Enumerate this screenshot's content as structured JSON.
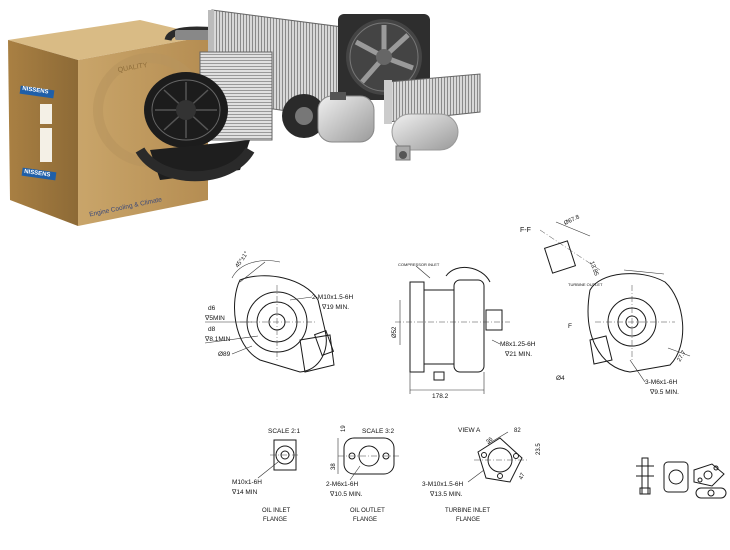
{
  "box": {
    "brand": "NISSENS",
    "brand_side": "NISSENS",
    "slogan": "Engine Cooling & Climate",
    "stamp": "QUALITY"
  },
  "drawing": {
    "section_label": "F-F",
    "top_dims": [
      "Ø67.8",
      "13.85"
    ],
    "left_view": {
      "angle": "45°±1°",
      "thread": "2-M10x1.5-6H",
      "thread_depth": "∇19 MIN.",
      "d6_label_1": "d6",
      "d6_value_1": "∇5MIN",
      "d8_label": "d8",
      "d8_value": "∇8.1MIN",
      "d89": "Ø89"
    },
    "middle_view": {
      "compressor_label": "COMPRESSOR INLET",
      "stud": "M8x1.25-6H",
      "stud_depth": "∇21 MIN.",
      "height": "Ø52",
      "width": "178.2"
    },
    "right_view": {
      "label": "F",
      "turbine_label": "TURBINE OUTLET",
      "dim_27": "27.7",
      "thread": "3-M6x1-6H",
      "thread_depth": "∇9.5 MIN.",
      "d4": "Ø4"
    },
    "bottom_left": {
      "scale": "SCALE 2:1",
      "thread": "M10x1-6H",
      "depth": "∇14 MIN",
      "title_1": "OIL INLET",
      "title_2": "FLANGE"
    },
    "bottom_mid": {
      "scale": "SCALE 3:2",
      "dim_19": "19",
      "dim_38": "38",
      "thread": "2-M6x1-6H",
      "depth": "∇10.5 MIN.",
      "title_1": "OIL OUTLET",
      "title_2": "FLANGE"
    },
    "bottom_right": {
      "view": "VIEW A",
      "dim_36": "36",
      "dim_82": "82",
      "dim_23": "23.5",
      "dim_47": "47",
      "thread": "3-M10x1.5-6H",
      "depth": "∇13.5 MIN.",
      "title_1": "TURBINE INLET",
      "title_2": "FLANGE"
    }
  }
}
